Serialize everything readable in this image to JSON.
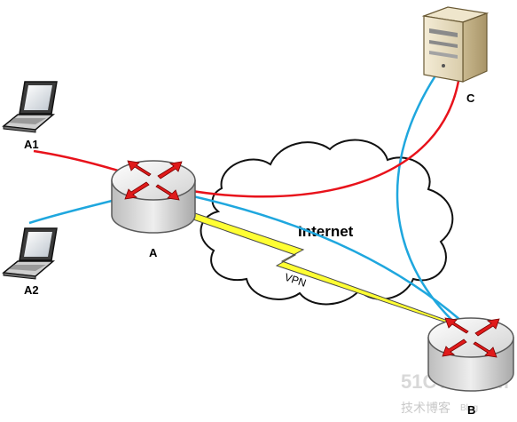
{
  "nodes": {
    "a1": "A1",
    "a2": "A2",
    "router_a": "A",
    "router_b": "B",
    "server_c": "C"
  },
  "cloud_label": "Internet",
  "vpn_label": "VPN",
  "watermark": {
    "main": "51CTO.com",
    "sub": "技术博客",
    "blog": "Blog"
  },
  "colors": {
    "red_path": "#e8121b",
    "blue_path": "#1fa7de",
    "vpn_bolt": "#ffff33",
    "router_arrows": "#e01a1a"
  }
}
